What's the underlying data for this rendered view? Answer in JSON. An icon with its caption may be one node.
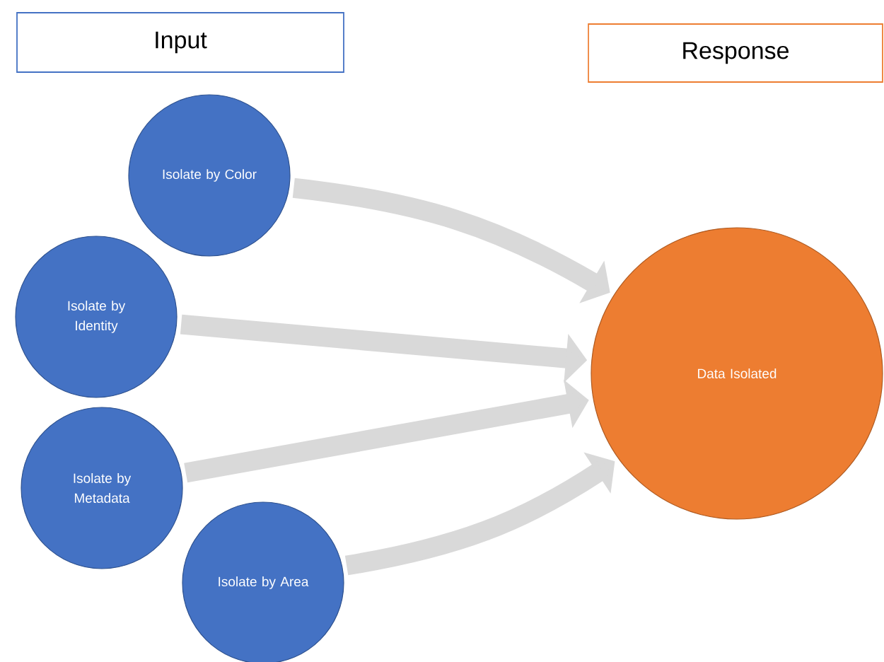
{
  "diagram": {
    "nodes": [
      {
        "text": [
          "Input"
        ]
      },
      {
        "text": [
          "Response"
        ]
      },
      {
        "text": [
          "Isolate by Color"
        ]
      },
      {
        "text": [
          "Isolate by Identity"
        ]
      },
      {
        "text": [
          "Isolate by Metadata"
        ]
      },
      {
        "text": [
          "Isolate by Area"
        ]
      },
      {
        "text": [
          "Data Isolated"
        ]
      }
    ],
    "edges": [
      {
        "from": 2,
        "to": 6,
        "arrow": "to"
      },
      {
        "from": 3,
        "to": 6,
        "arrow": "to"
      },
      {
        "from": 4,
        "to": 6,
        "arrow": "to"
      },
      {
        "from": 5,
        "to": 6,
        "arrow": "to"
      }
    ]
  }
}
